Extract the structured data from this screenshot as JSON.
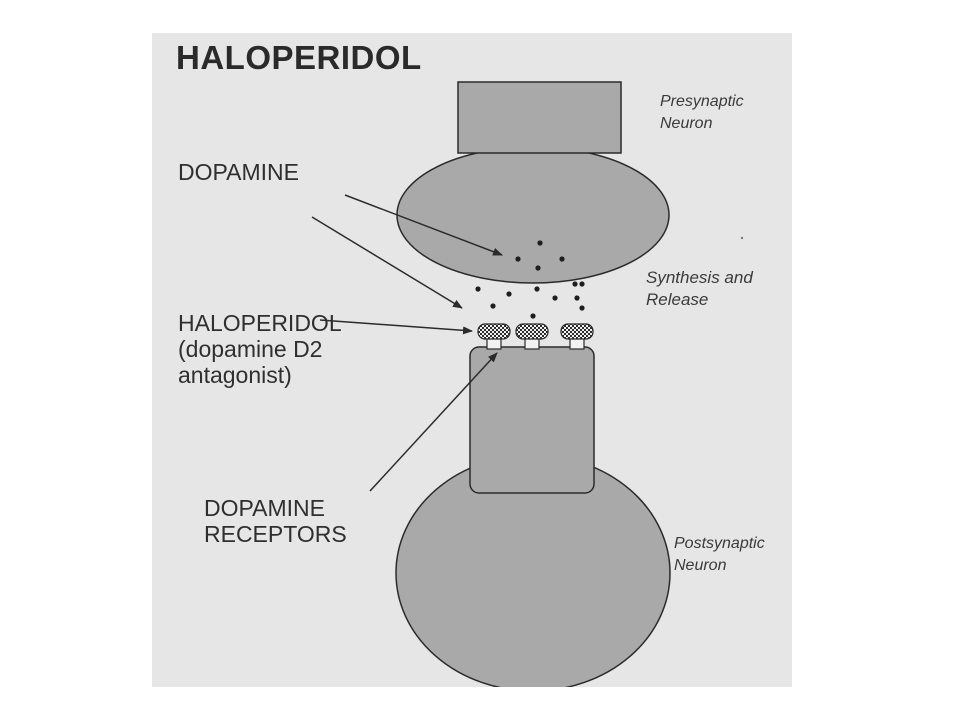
{
  "title": "HALOPERIDOL",
  "labels": {
    "dopamine": "DOPAMINE",
    "haloperidol": [
      "HALOPERIDOL",
      "(dopamine D2",
      "antagonist)"
    ],
    "dopamine_receptors": [
      "DOPAMINE",
      "RECEPTORS"
    ],
    "presynaptic": [
      "Presynaptic",
      "Neuron"
    ],
    "synthesis": [
      "Synthesis and",
      "Release"
    ],
    "postsynaptic": [
      "Postsynaptic",
      "Neuron"
    ]
  },
  "colors": {
    "panel": "#e6e6e6",
    "neuron_fill": "#a9a9a9",
    "outline": "#2b2b2b",
    "text": "#2f2f2f"
  }
}
